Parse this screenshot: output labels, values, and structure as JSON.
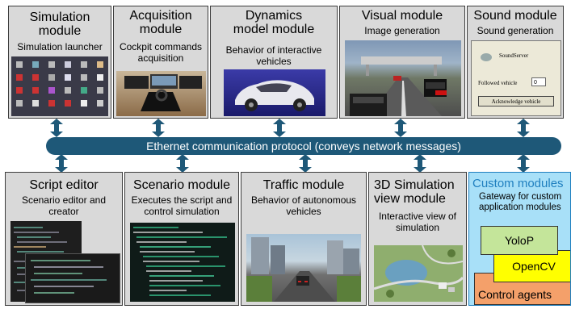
{
  "modules_top": [
    {
      "title": "Simulation module",
      "subtitle": "Simulation launcher"
    },
    {
      "title": "Acquisition module",
      "subtitle": "Cockpit commands acquisition"
    },
    {
      "title": "Dynamics model module",
      "subtitle": "Behavior of interactive vehicles"
    },
    {
      "title": "Visual module",
      "subtitle": "Image generation"
    },
    {
      "title": "Sound module",
      "subtitle": "Sound generation"
    }
  ],
  "bus_label": "Ethernet communication protocol (conveys network messages)",
  "modules_bottom": [
    {
      "title": "Script editor",
      "subtitle": "Scenario editor and creator"
    },
    {
      "title": "Scenario module",
      "subtitle": "Executes the script and control simulation"
    },
    {
      "title": "Traffic module",
      "subtitle": "Behavior of autonomous vehicles"
    },
    {
      "title": "3D Simulation view module",
      "subtitle": "Interactive view of simulation"
    },
    {
      "title": "Custom modules",
      "subtitle": "Gateway for custom application modules"
    }
  ],
  "custom_components": [
    "YoloP",
    "OpenCV",
    "Control agents"
  ],
  "sound_window": {
    "app_name": "SoundServer",
    "followed_label": "Followed vehicle",
    "followed_value": "0",
    "ack_button": "Acknowledge vehicle"
  },
  "colors": {
    "bus": "#1e5878",
    "module_bg": "#d9d9d9",
    "custom_bg": "#a8e0f8",
    "custom_title": "#1f7fbf",
    "yolop": "#c4e59a",
    "opencv": "#ffff00",
    "control": "#f4a06a"
  }
}
